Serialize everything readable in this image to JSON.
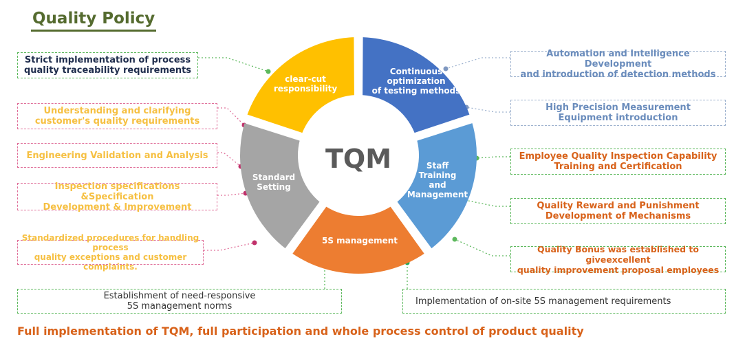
{
  "title": "Quality Policy",
  "center": "TQM",
  "segments": [
    {
      "label": "clear-cut\nresponsibility",
      "color": "#4472c4"
    },
    {
      "label": "Continuous\noptimization\nof testing methods",
      "color": "#5b9bd5"
    },
    {
      "label": "Staff\nTraining\nand\nManagement",
      "color": "#ed7d31"
    },
    {
      "label": "5S management",
      "color": "#a5a5a5"
    },
    {
      "label": "Standard\nSetting",
      "color": "#ffc000"
    }
  ],
  "boxes": {
    "traceability": "Strict implementation of process\nquality traceability requirements",
    "customer": "Understanding and clarifying\ncustomer's quality requirements",
    "engineering": "Engineering Validation and Analysis",
    "inspection_spec": "Inspection specifications &Specification\nDevelopment & Improvement",
    "procedures": "Standardized procedures for handling process\nquality exceptions and customer complaints.",
    "five_s_norms": "Establishment of need-responsive\n5S management norms",
    "automation": "Automation and Intelligence Development\nand introduction of detection methods",
    "precision": "High Precision Measurement\nEquipment introduction",
    "employee": "Employee Quality Inspection Capability\nTraining and Certification",
    "reward": "Quality Reward and Punishment\nDevelopment of Mechanisms",
    "bonus": "Quality Bonus was established to giveexcellent\nquality improvement proposal employees",
    "onsite": "Implementation of on-site 5S management requirements"
  },
  "footer": "Full implementation of TQM, full participation and whole process control of product quality"
}
